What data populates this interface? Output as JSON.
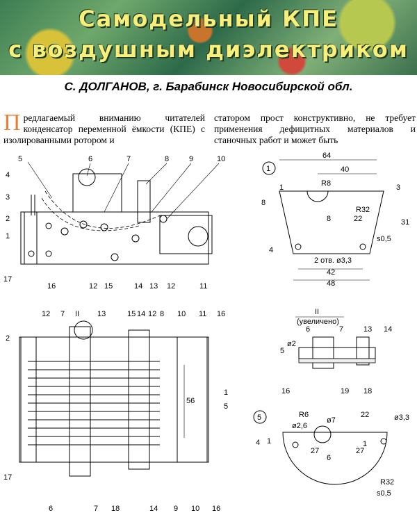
{
  "banner": {
    "line1": "Самодельный КПЕ",
    "line2": "с воздушным диэлектриком"
  },
  "author": "С. ДОЛГАНОВ, г. Барабинск Новосибирской обл.",
  "text": {
    "dropcap": "П",
    "left": "редлагаемый вниманию читателей конденсатор переменной ёмкости (КПЕ) с изолированными ротором и",
    "right": "статором прост конструктивно, не требует применения дефицитных материалов и станочных работ и может быть"
  },
  "fig_top_left": {
    "labels": [
      "5",
      "6",
      "7",
      "8",
      "9",
      "10",
      "4",
      "3",
      "2",
      "1",
      "17",
      "16",
      "12",
      "15",
      "14",
      "13",
      "12",
      "11"
    ]
  },
  "fig1": {
    "num": "1",
    "dims": [
      "64",
      "40",
      "R8",
      "3",
      "8",
      "1",
      "R32",
      "22",
      "8",
      "31",
      "s0,5",
      "4",
      "2 отв. ø3,3",
      "42",
      "48"
    ]
  },
  "fig_bottom_left": {
    "top_labels": [
      "12",
      "7",
      "II",
      "13",
      "15",
      "14",
      "12",
      "8",
      "10",
      "11",
      "16"
    ],
    "left_labels": [
      "2",
      "17"
    ],
    "right_labels": [
      "1",
      "5"
    ],
    "dim": "56",
    "bottom_labels": [
      "6",
      "7",
      "18",
      "14",
      "9",
      "10",
      "16"
    ]
  },
  "detail2": {
    "title": "II",
    "subtitle": "(увеличено)",
    "labels": [
      "6",
      "7",
      "13",
      "14",
      "5",
      "ø2",
      "16",
      "19",
      "18"
    ]
  },
  "fig5": {
    "num": "5",
    "dims": [
      "R6",
      "ø7",
      "22",
      "ø3,3",
      "ø2,6",
      "4",
      "1",
      "1",
      "27",
      "6",
      "27",
      "R32",
      "s0,5"
    ]
  }
}
